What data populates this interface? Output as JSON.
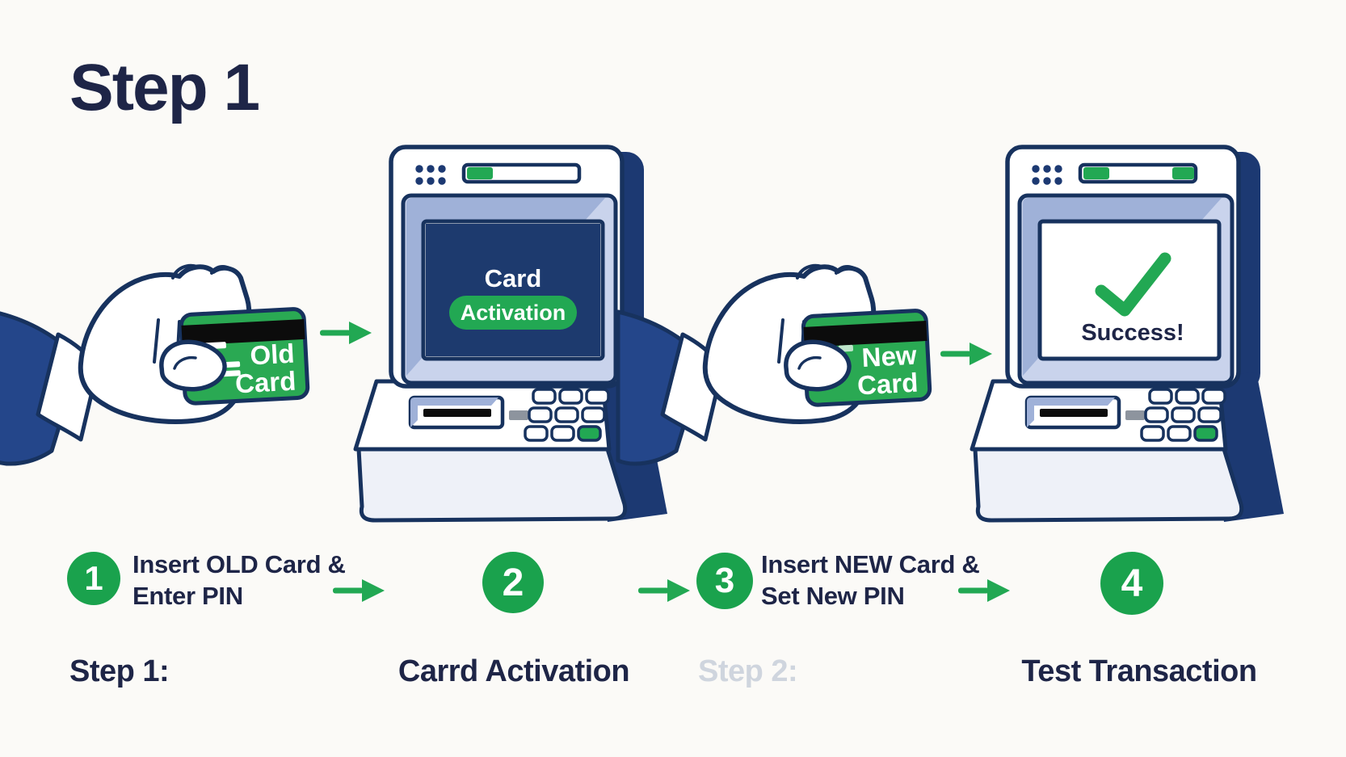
{
  "header": {
    "title": "Step 1"
  },
  "colors": {
    "bg": "#fbfaf7",
    "ink": "#1e2547",
    "navy": "#1c3972",
    "outline": "#17325e",
    "green": "#22a853",
    "green_dark": "#1aa24d",
    "card_green": "#2aa953",
    "screen": "#1d3a6e",
    "bezel": "#c9d3ec",
    "bezel_dark": "#9fb1d8",
    "base": "#eef1f8",
    "gray": "#8d949e",
    "muted": "#cfd5de",
    "sleeve": "#24468a"
  },
  "icons": {
    "arrow_right": "→",
    "checkmark": "✓",
    "magstripe": "black-bar",
    "chip": "white-bars"
  },
  "cards": {
    "old": {
      "line1": "Old",
      "line2": "Card"
    },
    "new": {
      "line1": "New",
      "line2": "Card"
    }
  },
  "atm1": {
    "screen_title": "Card",
    "screen_button": "Activation"
  },
  "atm2": {
    "screen_status": "Success!"
  },
  "steps": [
    {
      "number": "1",
      "line1": "Insert OLD Card &",
      "line2": "Enter PIN"
    },
    {
      "number": "2",
      "line1": "",
      "line2": ""
    },
    {
      "number": "3",
      "line1": "Insert NEW Card &",
      "line2": "Set New PIN"
    },
    {
      "number": "4",
      "line1": "",
      "line2": ""
    }
  ],
  "captions": [
    {
      "text": "Step 1:"
    },
    {
      "text": "Carrd Activation"
    },
    {
      "text": "Step 2:"
    },
    {
      "text": "Test Transaction"
    }
  ]
}
